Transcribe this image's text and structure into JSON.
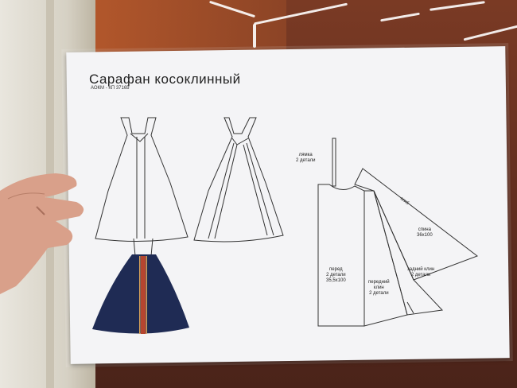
{
  "document": {
    "title": "Сарафан  косоклинный",
    "subtitle": "АОКМ  -  КП  37165"
  },
  "pattern_labels": {
    "lyamka_1": "лямка",
    "lyamka_2": "2  детали",
    "pered_1": "перед",
    "pered_2": "2  детали",
    "pered_3": "35,5х100",
    "pered_klin_1": "передний",
    "pered_klin_2": "клин",
    "pered_klin_3": "2  детали",
    "spina_1": "спина",
    "spina_2": "36х100",
    "zad_klin_1": "задний  клин",
    "zad_klin_2": "2  детали",
    "fold": "сгиб"
  },
  "colors": {
    "paper": "#f4f4f6",
    "line": "#333333",
    "garment_blue": "#1f2b54",
    "garment_stripe": "#b6452f",
    "wall": "#5e2c1e"
  }
}
